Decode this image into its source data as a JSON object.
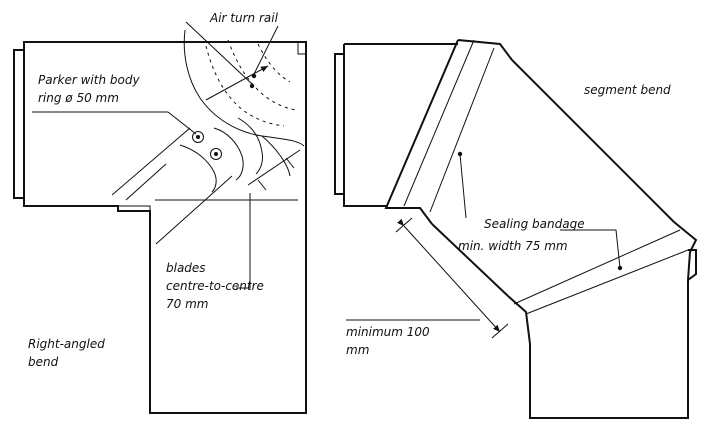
{
  "labels": {
    "air_turn_rail": "Air turn rail",
    "parker_line1": "Parker with body",
    "parker_line2": "ring ø 50 mm",
    "blades_line1": "blades",
    "blades_line2": "centre-to-centre",
    "blades_line3": "70 mm",
    "right_angled_line1": "Right-angled",
    "right_angled_line2": "bend",
    "segment_bend": "segment bend",
    "sealing_line1": "Sealing bandage",
    "sealing_line2": "min. width 75 mm",
    "minimum_line1": "minimum 100",
    "minimum_line2": "mm"
  },
  "colors": {
    "line": "#111111",
    "background": "#ffffff"
  }
}
